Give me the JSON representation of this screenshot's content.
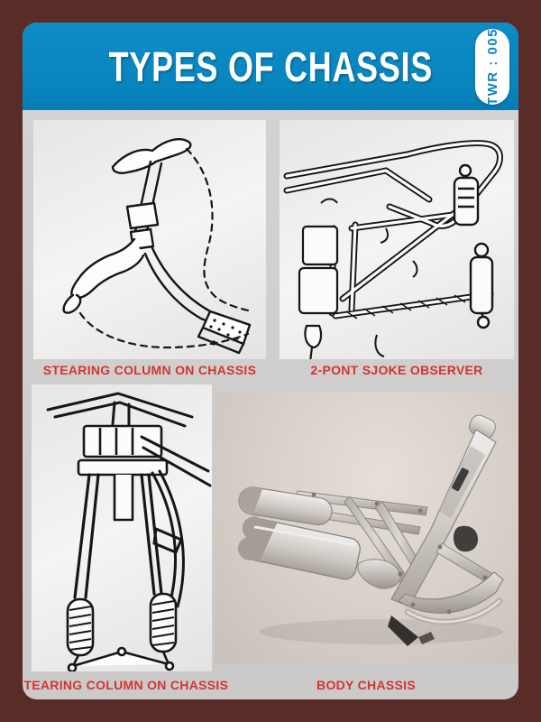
{
  "poster": {
    "header": {
      "title": "TYPES OF CHASSIS",
      "badge": "TWR : 005"
    },
    "panels": [
      {
        "caption": "STEARING COLUMN ON CHASSIS",
        "type": "line-drawing"
      },
      {
        "caption": "2-PONT SJOKE OBSERVER",
        "type": "line-drawing"
      },
      {
        "caption": "STEARING COLUMN ON CHASSIS",
        "type": "line-drawing"
      },
      {
        "caption": "BODY CHASSIS",
        "type": "photo"
      }
    ],
    "colors": {
      "border": "#5a2c28",
      "header_bg": "#0a86c2",
      "content_bg": "#d0cfce",
      "caption_text": "#d23530",
      "badge_bg": "#ffffff",
      "badge_text": "#0a86c2",
      "title_text": "#ffffff"
    }
  }
}
